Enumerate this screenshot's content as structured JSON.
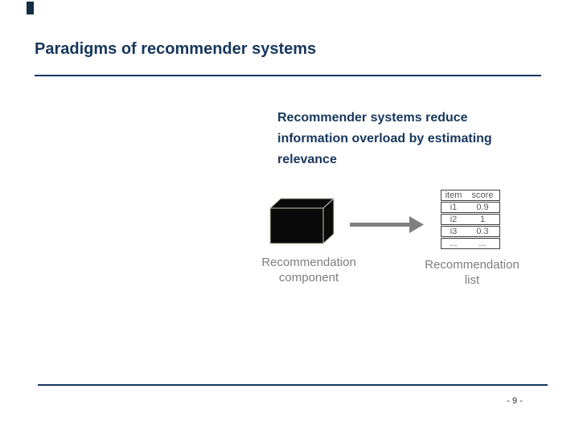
{
  "slide": {
    "title": "Paradigms of recommender systems",
    "page_number": "- 9 -"
  },
  "callout": {
    "lines": [
      "Recommender systems reduce",
      "information overload by estimating",
      "relevance"
    ]
  },
  "diagram": {
    "component_label": {
      "line1": "Recommendation",
      "line2": "component"
    },
    "list_label": {
      "line1": "Recommendation",
      "line2": "list"
    },
    "table": {
      "headers": [
        "item",
        "score"
      ],
      "rows": [
        [
          "i1",
          "0.9"
        ],
        [
          "i2",
          "1"
        ],
        [
          "i3",
          "0.3"
        ],
        [
          "...",
          "..."
        ]
      ]
    }
  },
  "colors": {
    "title_navy": "#17375d",
    "label_gray": "#7d7d7d",
    "table_text": "#595959",
    "table_border": "#404040",
    "arrow_gray": "#808080",
    "box_fill": "#0a0a0a",
    "box_edge": "#c8c8b8"
  }
}
